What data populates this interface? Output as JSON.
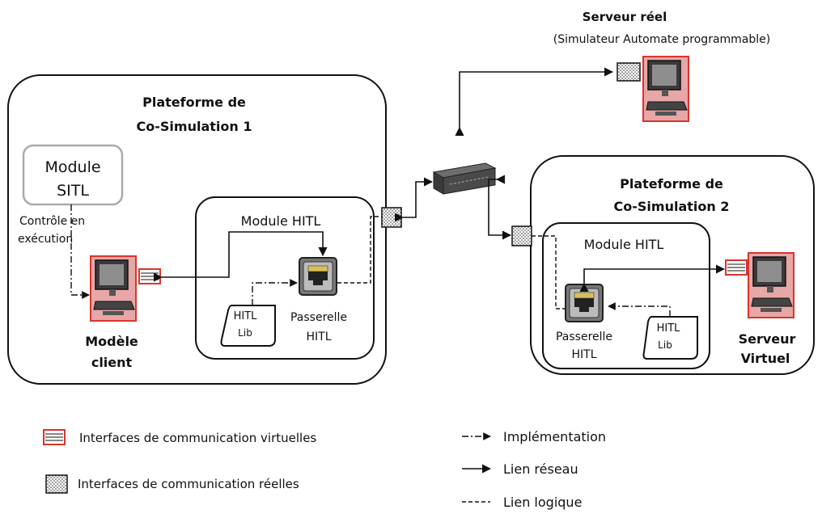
{
  "server_real": {
    "title": "Serveur réel",
    "subtitle": "(Simulateur Automate programmable)"
  },
  "platform1": {
    "title_line1": "Plateforme de",
    "title_line2": "Co-Simulation 1",
    "sitl_line1": "Module",
    "sitl_line2": "SITL",
    "control_line1": "Contrôle en",
    "control_line2": "exécution",
    "hitl_module": "Module HITL",
    "lib_line1": "HITL",
    "lib_line2": "Lib",
    "gateway_line1": "Passerelle",
    "gateway_line2": "HITL",
    "client_line1": "Modèle",
    "client_line2": "client"
  },
  "platform2": {
    "title_line1": "Plateforme de",
    "title_line2": "Co-Simulation 2",
    "hitl_module": "Module HITL",
    "gateway_line1": "Passerelle",
    "gateway_line2": "HITL",
    "lib_line1": "HITL",
    "lib_line2": "Lib",
    "server_line1": "Serveur",
    "server_line2": "Virtuel"
  },
  "legend": {
    "virtual_interfaces": "Interfaces de communication virtuelles",
    "real_interfaces": "Interfaces de communication réelles",
    "implementation": "Implémentation",
    "network_link": "Lien réseau",
    "logical_link": "Lien logique"
  },
  "colors": {
    "accent_red": "#d9342b",
    "pc_fill": "#e7a7a7",
    "module_border": "#aaaaaa"
  }
}
